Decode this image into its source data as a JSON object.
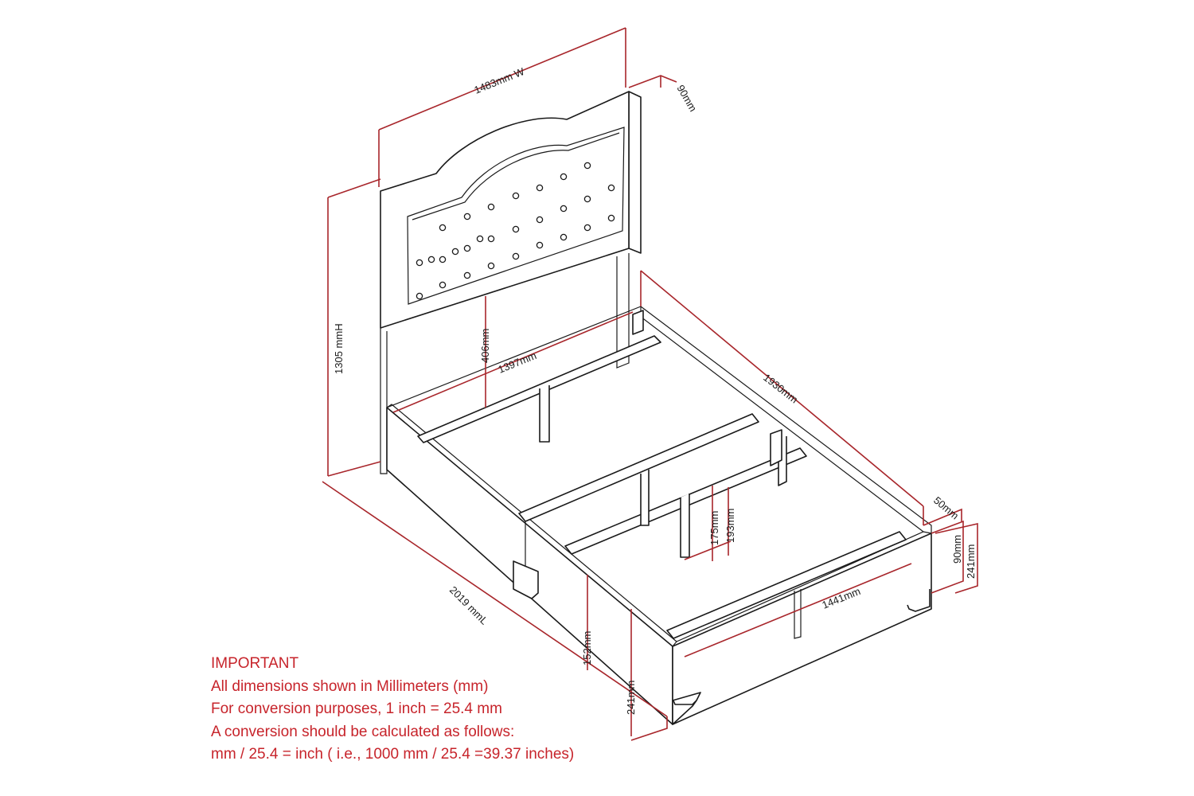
{
  "colors": {
    "dimension_line": "#a8262b",
    "note_text": "#c7242b",
    "drawing": "#1a1a1a",
    "background": "#ffffff"
  },
  "dimensions": {
    "headboard_width": "1483mm W",
    "headboard_depth": "90mm",
    "total_height": "1305 mmH",
    "headboard_clearance": "406mm",
    "inner_width": "1397mm",
    "inner_length": "1930mm",
    "total_length": "2019 mmL",
    "rail_thickness": "50mm",
    "footboard_height": "90mm",
    "footboard_total_height": "241mm",
    "slat_clearance_a": "175mm",
    "slat_clearance_b": "193mm",
    "inner_width_foot": "1441mm",
    "rail_clearance": "152mm",
    "side_height": "241mm"
  },
  "note": {
    "title": "IMPORTANT",
    "lines": [
      "All dimensions shown in Millimeters (mm)",
      "For conversion purposes, 1 inch = 25.4 mm",
      "A conversion should be calculated as follows:",
      "mm / 25.4 = inch ( i.e., 1000 mm / 25.4 =39.37 inches)"
    ]
  }
}
